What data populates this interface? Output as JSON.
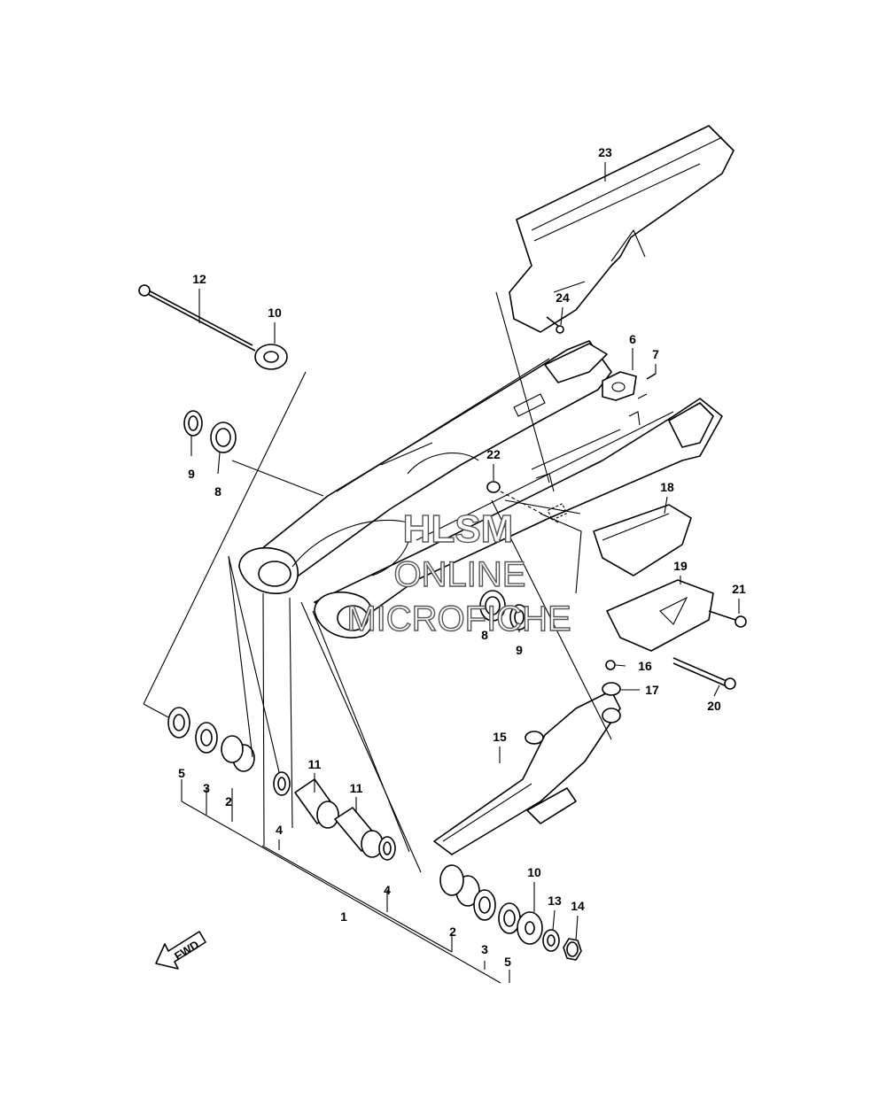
{
  "callouts": {
    "p1": "1",
    "p2a": "2",
    "p2b": "2",
    "p3a": "3",
    "p3b": "3",
    "p4a": "4",
    "p4b": "4",
    "p5a": "5",
    "p5b": "5",
    "p6": "6",
    "p7": "7",
    "p8a": "8",
    "p8b": "8",
    "p9a": "9",
    "p9b": "9",
    "p10a": "10",
    "p10b": "10",
    "p11a": "11",
    "p11b": "11",
    "p12": "12",
    "p13": "13",
    "p14": "14",
    "p15": "15",
    "p16": "16",
    "p17": "17",
    "p18": "18",
    "p19": "19",
    "p20": "20",
    "p21": "21",
    "p22": "22",
    "p23": "23",
    "p24": "24"
  },
  "fwd_arrow": {
    "label": "FWD",
    "icon": "fwd-arrow-icon"
  },
  "watermark": {
    "line1": "HLSM",
    "line2": "ONLINE",
    "line3": "MICROFICHE"
  }
}
